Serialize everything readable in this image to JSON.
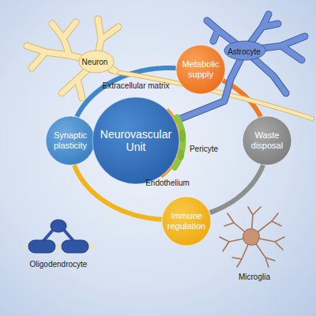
{
  "diagram": {
    "nodes": [
      {
        "text": [
          "Metabolic supply"
        ]
      },
      {
        "text": [
          "Synaptic plasticity"
        ]
      },
      {
        "text": [
          "Neurovascular Unit"
        ]
      },
      {
        "text": [
          "Waste disposal"
        ]
      },
      {
        "text": [
          "Immune regulation"
        ]
      }
    ],
    "edges": [
      {
        "from": 0,
        "to": 3,
        "arrow": "none"
      },
      {
        "from": 3,
        "to": 4,
        "arrow": "none"
      },
      {
        "from": 4,
        "to": 1,
        "arrow": "none"
      },
      {
        "from": 1,
        "to": 0,
        "arrow": "none"
      }
    ],
    "labels": [
      "Neuron",
      "Astrocyte",
      "Extracellular matrix",
      "Pericyte",
      "Endothelium",
      "Oligodendrocyte",
      "Microglia"
    ]
  }
}
